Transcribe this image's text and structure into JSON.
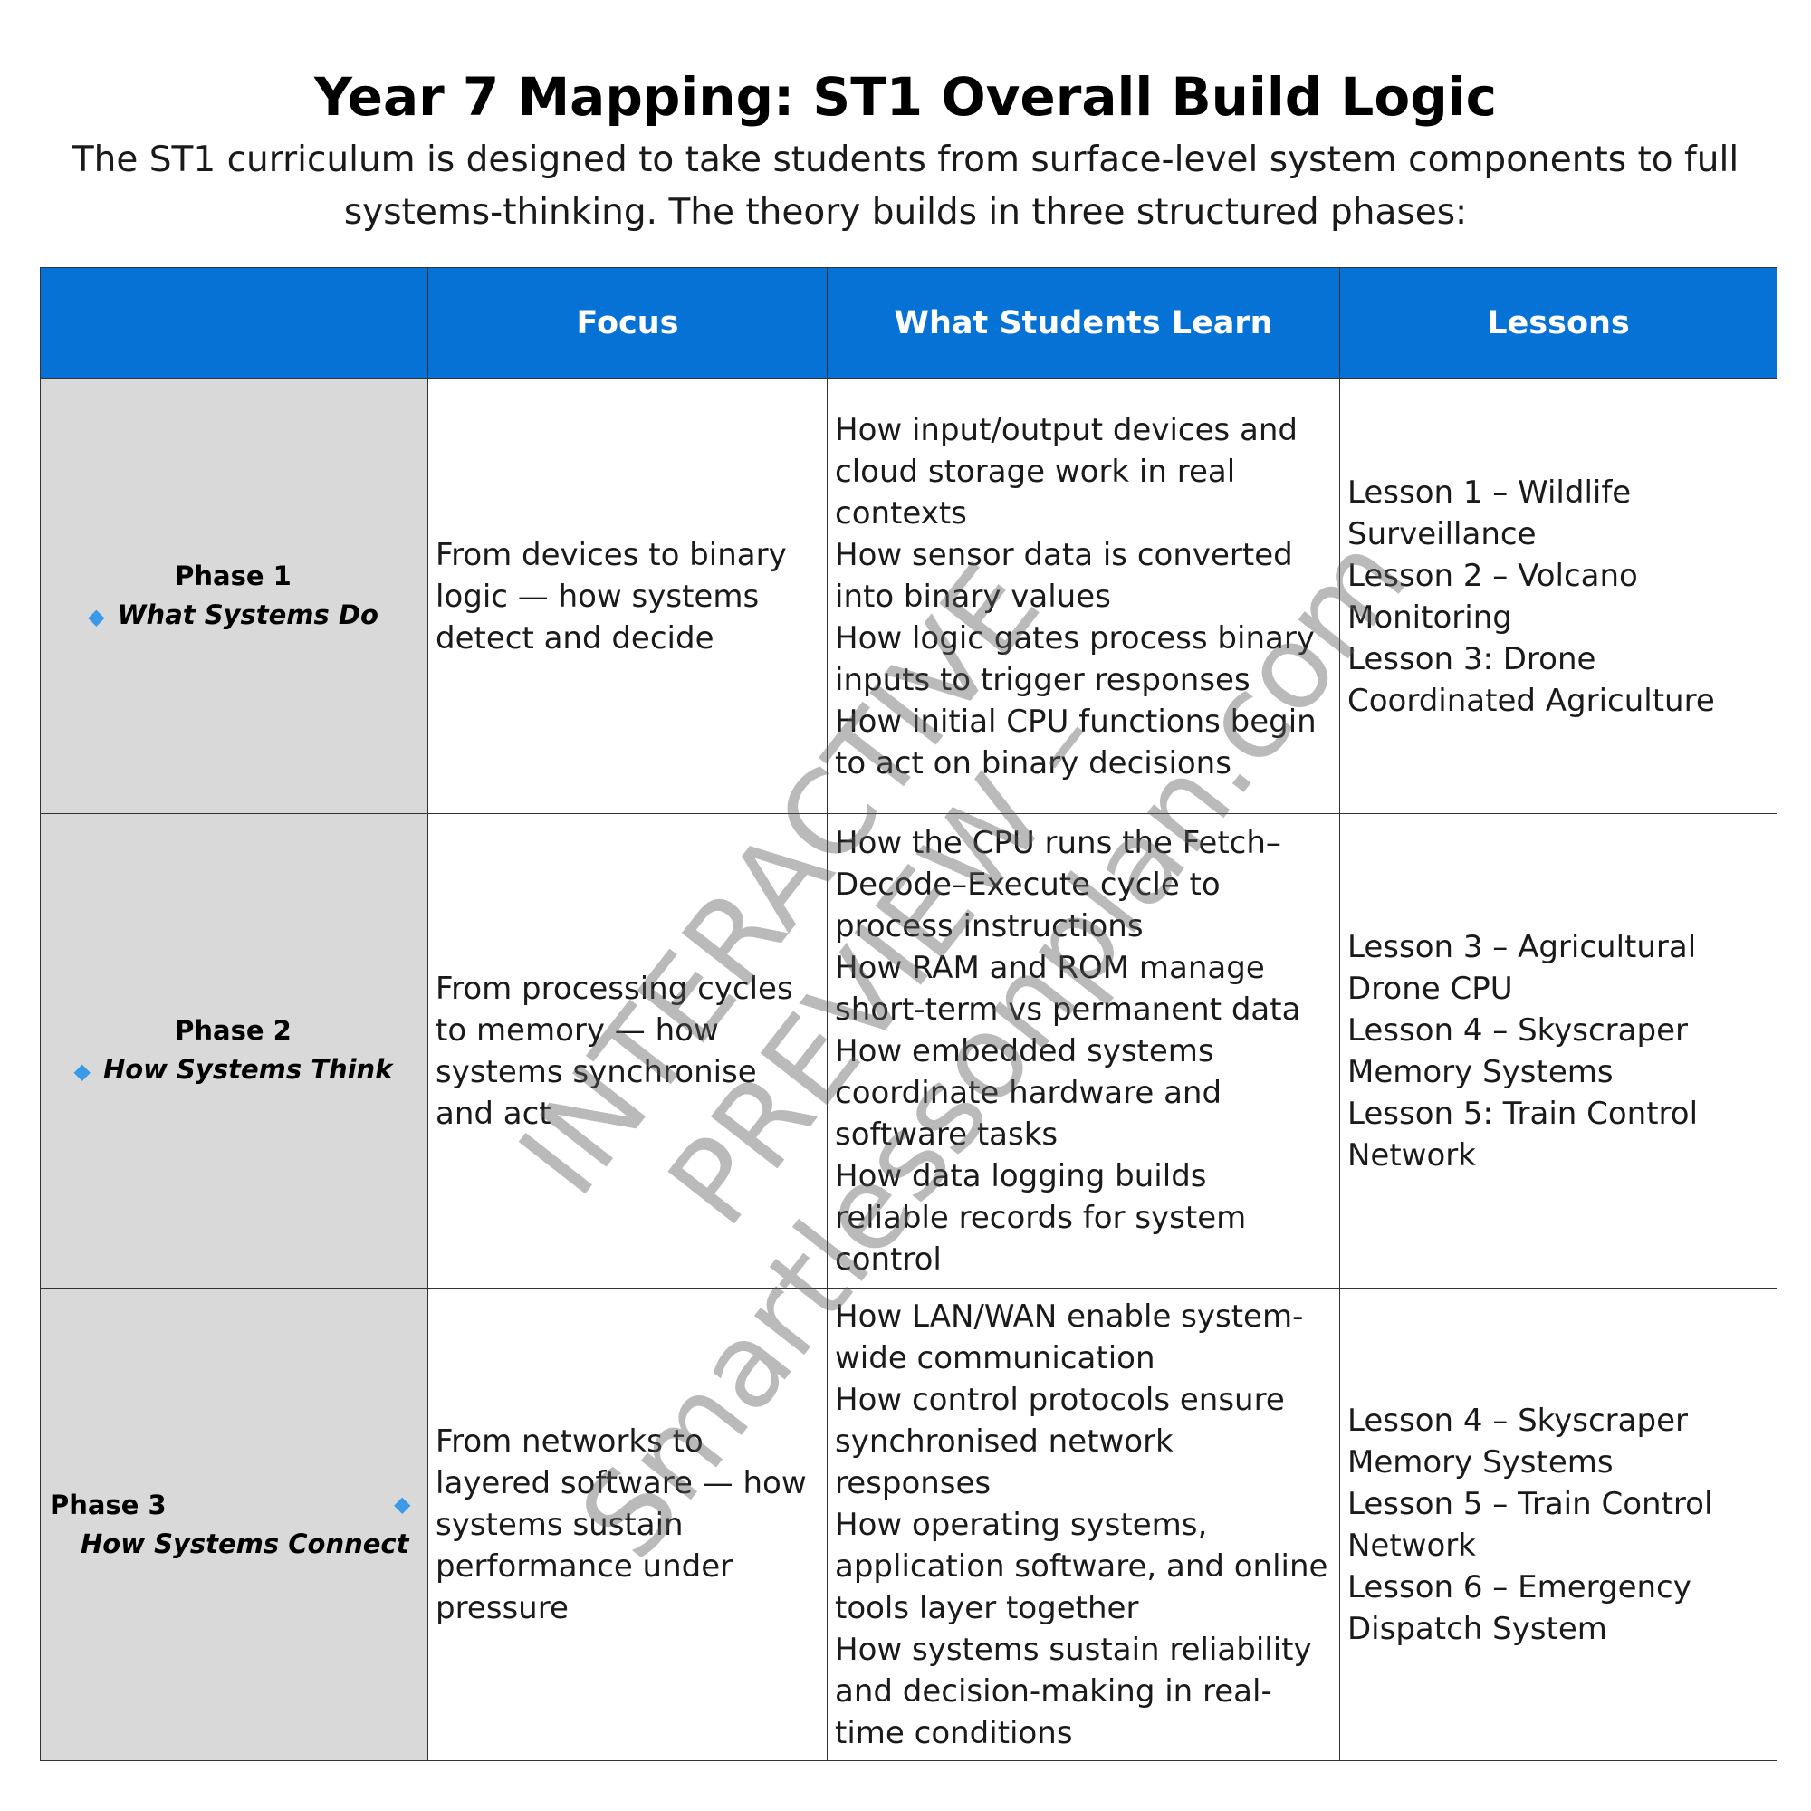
{
  "title": "Year 7 Mapping: ST1 Overall Build Logic",
  "subtitle": "The ST1 curriculum is designed to take students from surface-level system components to full systems-thinking. The theory builds in three structured phases:",
  "table": {
    "headers": [
      "",
      "Focus",
      "What Students Learn",
      "Lessons"
    ],
    "rows": [
      {
        "phase": "Phase 1",
        "name": "What Systems Do",
        "focus": "From devices to binary logic — how systems detect and decide",
        "learn": [
          "How input/output devices and cloud storage work in real contexts",
          "How sensor data is converted into binary values",
          "How logic gates process binary inputs to trigger responses",
          "How initial CPU functions begin to act on binary decisions"
        ],
        "lessons": [
          "Lesson 1 – Wildlife Surveillance",
          "Lesson 2 – Volcano Monitoring",
          "Lesson 3: Drone Coordinated Agriculture"
        ]
      },
      {
        "phase": "Phase 2",
        "name": "How Systems Think",
        "focus": "From processing cycles to memory — how systems synchronise and act",
        "learn": [
          "How the CPU runs the Fetch–Decode–Execute cycle to process instructions",
          "How RAM and ROM manage short-term vs permanent data",
          "How embedded systems coordinate hardware and software tasks",
          "How data logging builds reliable records for system control"
        ],
        "lessons": [
          "Lesson 3 – Agricultural Drone CPU",
          "Lesson 4 – Skyscraper Memory Systems",
          "Lesson 5: Train Control Network"
        ]
      },
      {
        "phase": "Phase 3",
        "name": "How Systems Connect",
        "focus": "From networks to layered software — how systems sustain performance under pressure",
        "learn": [
          "How LAN/WAN enable system-wide communication",
          "How control protocols ensure synchronised network responses",
          "How operating systems, application software, and online tools layer together",
          "How systems sustain reliability and decision-making in real-time conditions"
        ],
        "lessons": [
          "Lesson 4 – Skyscraper Memory Systems",
          "Lesson 5 – Train Control Network",
          "Lesson 6 – Emergency Dispatch System"
        ]
      }
    ]
  },
  "watermark": {
    "line1": "INTERACTIVE PREVIEW –",
    "line2": "Smartlessonplan.com"
  },
  "colors": {
    "header_bg": "#0772d6",
    "phase_bg": "#d9d9d9",
    "diamond": "#3a9ae8"
  }
}
